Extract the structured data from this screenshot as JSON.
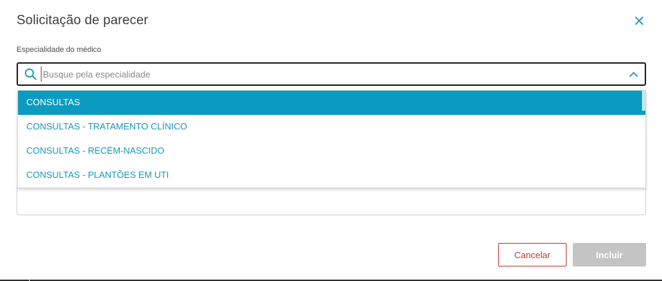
{
  "dialog": {
    "title": "Solicitação de parecer",
    "close_icon": "close-icon"
  },
  "field": {
    "label": "Especialidade do médico",
    "placeholder": "Busque pela especialidade",
    "value": "",
    "search_icon": "search-icon",
    "toggle_icon": "chevron-up-icon"
  },
  "dropdown": {
    "items": [
      {
        "label": "CONSULTAS",
        "selected": true
      },
      {
        "label": "CONSULTAS - TRATAMENTO CLÍNICO",
        "selected": false
      },
      {
        "label": "CONSULTAS - RECÉM-NASCIDO",
        "selected": false
      },
      {
        "label": "CONSULTAS - PLANTÕES EM UTI",
        "selected": false
      }
    ]
  },
  "buttons": {
    "cancel": "Cancelar",
    "include": "Incluir"
  },
  "colors": {
    "accent": "#0c9bc0",
    "item_text": "#1598ba",
    "danger": "#c0392b",
    "disabled": "#c4c4c4"
  }
}
